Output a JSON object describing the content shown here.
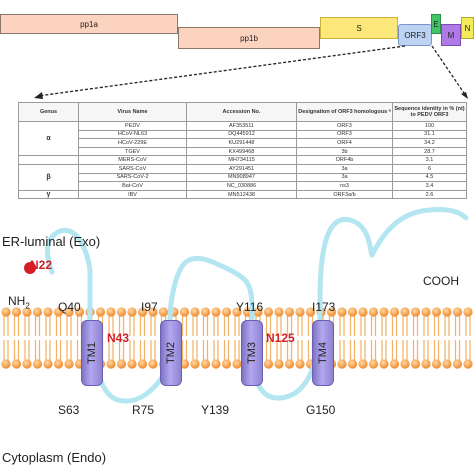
{
  "genome": {
    "pp1a": "pp1a",
    "pp1b": "pp1b",
    "s": "S",
    "orf3": "ORF3",
    "e": "E",
    "m": "M",
    "n": "N"
  },
  "table": {
    "headers": [
      "Genus",
      "Virus Name",
      "Accession No.",
      "Designation of ORF3 homologous ᵃ",
      "Sequence identity in % (nt) to PEDV ORF3"
    ],
    "groups": [
      {
        "genus": "α",
        "rows": [
          [
            "PEDV",
            "AF353511",
            "ORF3",
            "100"
          ],
          [
            "HCoV-NL63",
            "DQ445912",
            "ORF3",
            "31.1"
          ],
          [
            "HCoV-229E",
            "KU291448",
            "ORF4",
            "34.2"
          ],
          [
            "TGEV",
            "KX499468",
            "3b",
            "28.7"
          ]
        ]
      },
      {
        "genus": "",
        "rows": [
          [
            "MERS-CoV",
            "MH734115",
            "ORF4b",
            "3.1"
          ]
        ]
      },
      {
        "genus": "β",
        "rows": [
          [
            "SARS-CoV",
            "AY291451",
            "3a",
            "6"
          ],
          [
            "SARS-CoV-2",
            "MN908947",
            "3a",
            "4.5"
          ],
          [
            "Bat-CoV",
            "NC_030886",
            "ns3",
            "3.4"
          ]
        ]
      },
      {
        "genus": "γ",
        "rows": [
          [
            "IBV",
            "MN512438",
            "ORF3a/b",
            "2.6"
          ]
        ]
      }
    ]
  },
  "topology": {
    "exo_label": "ER-luminal (Exo)",
    "endo_label": "Cytoplasm (Endo)",
    "n_term": "NH",
    "n_term_sub": "2",
    "c_term": "COOH",
    "glyco_1": "N22",
    "glyco_2": "N43",
    "glyco_3": "N125",
    "residues_top": [
      "Q40",
      "I97",
      "Y116",
      "I173"
    ],
    "residues_bottom": [
      "S63",
      "R75",
      "Y139",
      "G150"
    ],
    "tm": [
      "TM1",
      "TM2",
      "TM3",
      "TM4"
    ]
  },
  "colors": {
    "pp1a": "#fbd3bf",
    "pp1b": "#fbd3bf",
    "s": "#fbe77a",
    "orf3": "#bcd3f2",
    "e": "#41c463",
    "m": "#b07ae6",
    "n": "#f4eb5a",
    "lipid_head": "#f6a24a",
    "tm": "#9a8fdc",
    "chain": "#aee3ef",
    "glyco_dot": "#d21f26"
  }
}
